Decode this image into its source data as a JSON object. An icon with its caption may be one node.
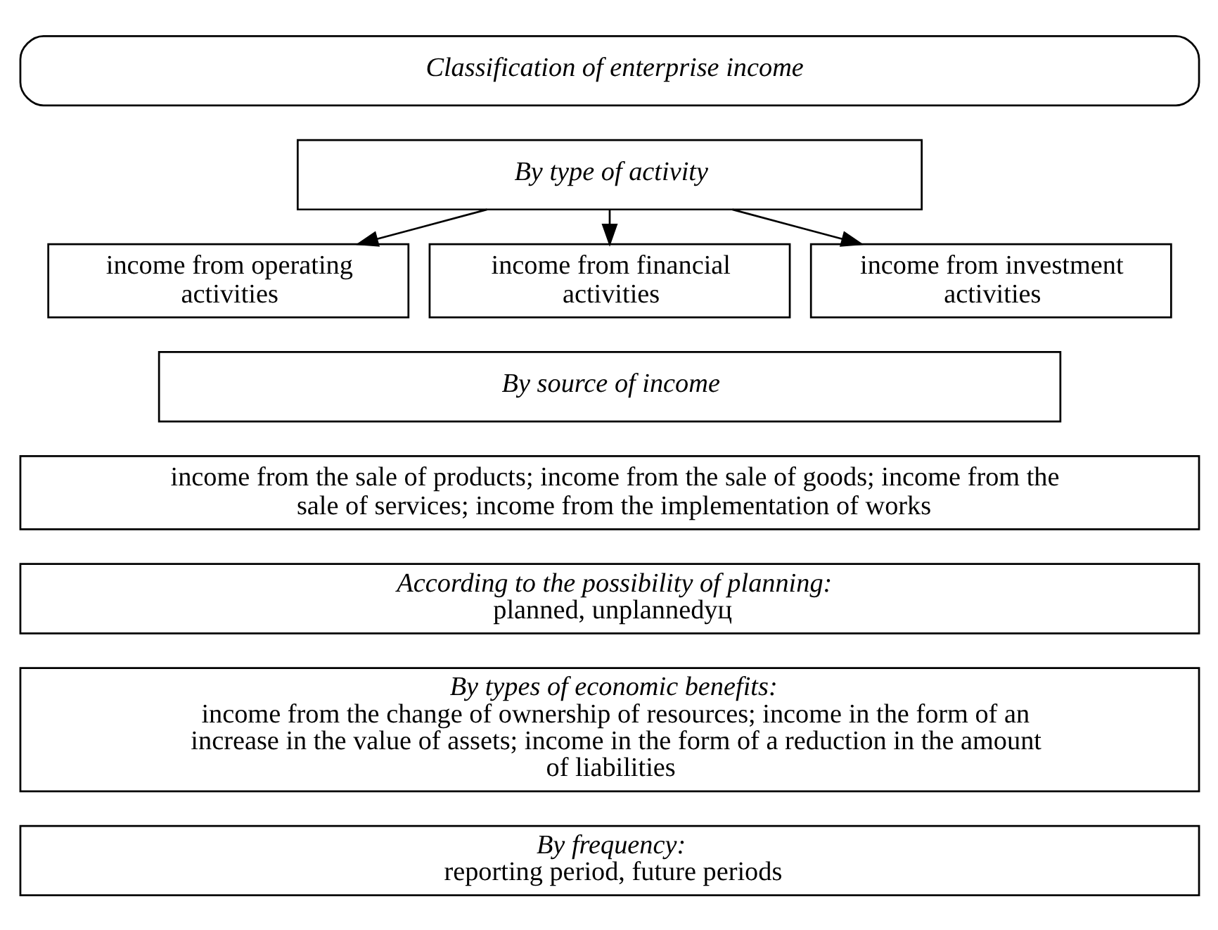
{
  "diagram": {
    "nodes": [
      {
        "text": [
          "Classification of enterprise income"
        ]
      },
      {
        "text": [
          "By type of activity"
        ]
      },
      {
        "text": [
          "income from operating activities"
        ]
      },
      {
        "text": [
          "income from financial activities"
        ]
      },
      {
        "text": [
          "income from investment activities"
        ]
      },
      {
        "text": [
          "By source of income"
        ]
      },
      {
        "text": [
          "income from the sale of products; income from the sale of goods; income from the sale of services; income from the implementation of works"
        ]
      },
      {
        "text": [
          "According to the possibility of planning:",
          "planned, unplannedуц"
        ]
      },
      {
        "text": [
          "By types of economic benefits:",
          "income from the change of ownership of resources; income in the form of an increase in the value of assets; income in the form of a reduction in the amount of liabilities"
        ]
      },
      {
        "text": [
          "By frequency:",
          "reporting period, future periods"
        ]
      }
    ],
    "edges": [
      {
        "from": 1,
        "to": 2,
        "arrow": "to"
      },
      {
        "from": 1,
        "to": 3,
        "arrow": "to"
      },
      {
        "from": 1,
        "to": 4,
        "arrow": "to"
      }
    ]
  }
}
